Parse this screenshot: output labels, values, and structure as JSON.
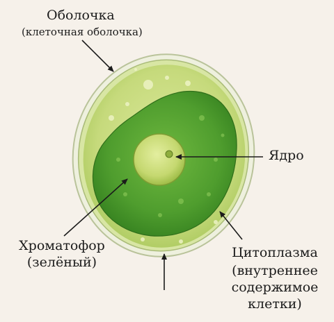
{
  "labels": {
    "membrane_title": "Оболочка",
    "membrane_sub": "(клеточная оболочка)",
    "nucleus": "Ядро",
    "chromatophore_title": "Хроматофор",
    "chromatophore_sub": "(зелёный)",
    "cytoplasm_title": "Цитоплазма",
    "cytoplasm_sub1": "(внутреннее",
    "cytoplasm_sub2": "содержимое",
    "cytoplasm_sub3": "клетки)"
  },
  "colors": {
    "background": "#f6f1ea",
    "membrane": "#dfe3c6",
    "cytoplasm": "#c8dc7f",
    "chromatophore": "#4e9a2e",
    "nucleus": "#cbdb78",
    "arrow": "#1b1b1b"
  }
}
